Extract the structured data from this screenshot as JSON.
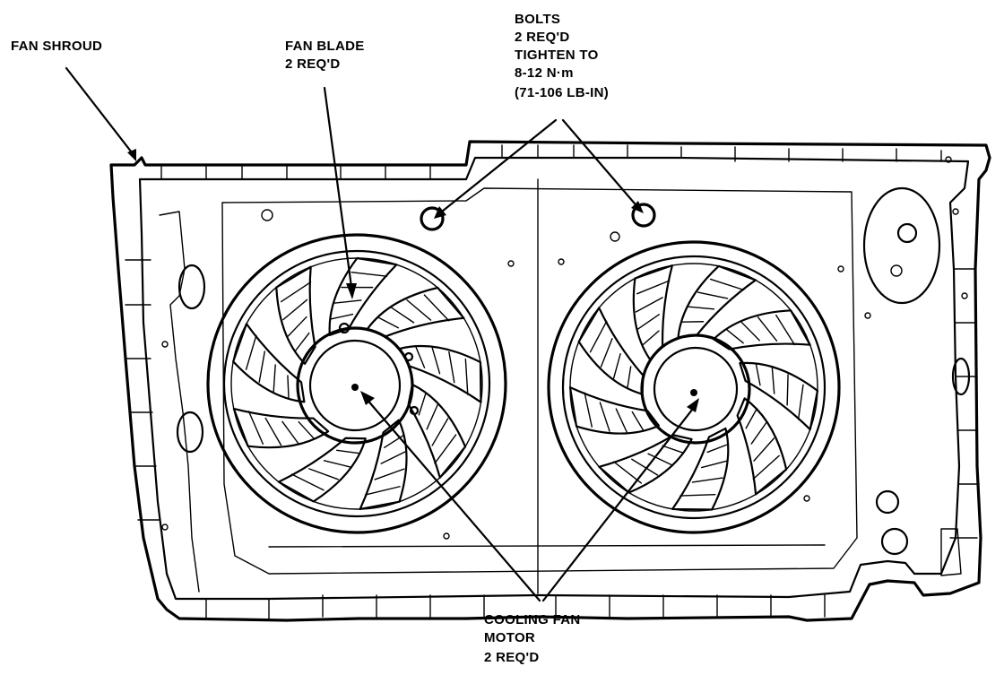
{
  "figure": {
    "labels": {
      "fan_shroud": [
        "FAN SHROUD"
      ],
      "fan_blade": [
        "FAN BLADE",
        "2 REQ'D"
      ],
      "bolts": [
        "BOLTS",
        "2 REQ'D",
        "TIGHTEN TO",
        "8-12 N·m",
        "(71-106 LB-IN)"
      ],
      "cooling_fan_motor": [
        "COOLING FAN",
        "MOTOR",
        "2 REQ'D"
      ]
    },
    "colors": {
      "line": "#000000",
      "background": "#ffffff"
    }
  }
}
